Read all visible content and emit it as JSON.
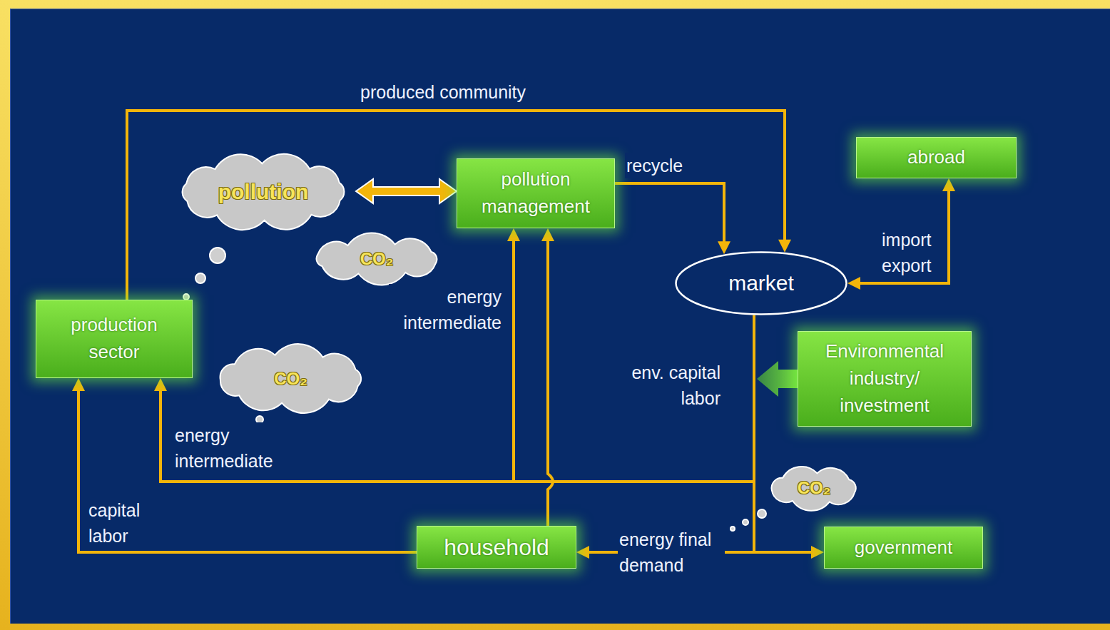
{
  "diagram": {
    "nodes": [
      {
        "text": [
          "pollution"
        ]
      },
      {
        "text": [
          "pollution management"
        ]
      },
      {
        "text": [
          "abroad"
        ]
      },
      {
        "text": [
          "CO₂"
        ]
      },
      {
        "text": [
          "market"
        ]
      },
      {
        "text": [
          "production sector"
        ]
      },
      {
        "text": [
          "CO₂"
        ]
      },
      {
        "text": [
          "Environmental industry/ investment"
        ]
      },
      {
        "text": [
          "CO₂"
        ]
      },
      {
        "text": [
          "household"
        ]
      },
      {
        "text": [
          "government"
        ]
      }
    ],
    "edges": [
      {
        "from": 5,
        "to": 4,
        "label": "produced community",
        "arrow": "to"
      },
      {
        "from": 0,
        "to": 1,
        "arrow": "both"
      },
      {
        "from": 1,
        "to": 4,
        "label": "recycle",
        "arrow": "to"
      },
      {
        "from": 4,
        "to": 2,
        "label": "import export",
        "arrow": "both"
      },
      {
        "from": 7,
        "to": 4,
        "label": "env. capital labor",
        "arrow": "to"
      },
      {
        "from": 4,
        "to": 5,
        "label": "energy intermediate",
        "arrow": "to"
      },
      {
        "from": 4,
        "to": 1,
        "label": "energy intermediate",
        "arrow": "to"
      },
      {
        "from": 4,
        "to": 9,
        "label": "energy final demand",
        "arrow": "to"
      },
      {
        "from": 4,
        "to": 10,
        "arrow": "to"
      },
      {
        "from": 9,
        "to": 1,
        "arrow": "to"
      },
      {
        "from": 9,
        "to": 5,
        "label": "capital labor",
        "arrow": "to"
      }
    ]
  }
}
